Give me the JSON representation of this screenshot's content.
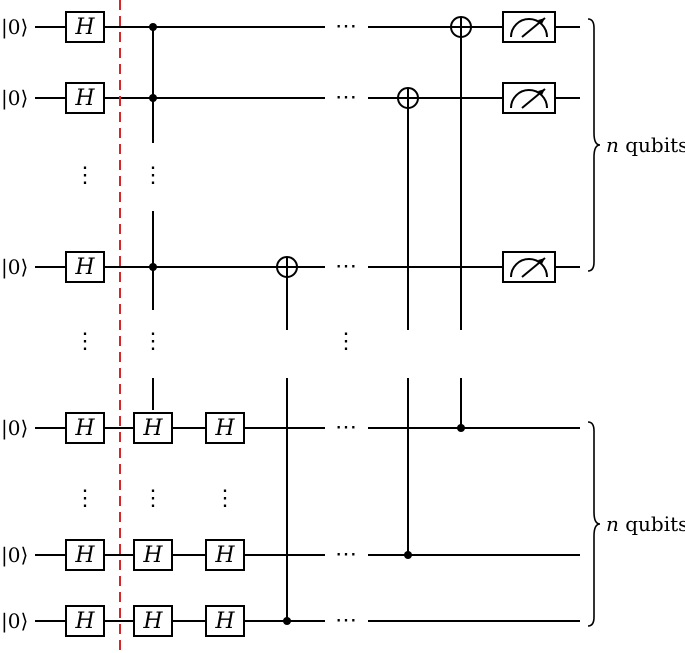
{
  "ket_label": "|0⟩",
  "gate_label": "H",
  "brace_top": {
    "prefix": "n",
    "suffix": " qubits"
  },
  "brace_bottom": {
    "prefix": "n",
    "suffix": " qubits"
  },
  "ellipsis_horizontal": "⋯",
  "ellipsis_vertical": "⋮",
  "colors": {
    "barrier": "#d62728",
    "wire": "#000000"
  }
}
